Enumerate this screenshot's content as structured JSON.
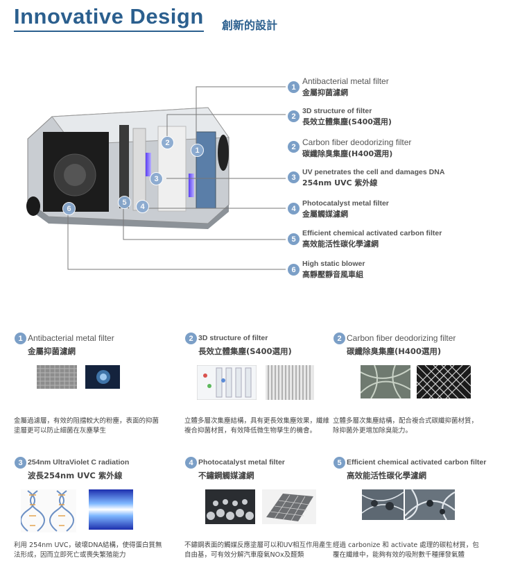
{
  "header": {
    "title": "Innovative Design",
    "subtitle": "創新的設計"
  },
  "diagram": {
    "labels_on_image": [
      "2",
      "1",
      "3",
      "5",
      "4",
      "6"
    ],
    "callouts": [
      {
        "num": "1",
        "en": "Antibacterial metal filter",
        "zh": "金屬抑菌濾網"
      },
      {
        "num": "2",
        "en": "3D structure of filter",
        "zh": "長效立體集塵(S400選用)"
      },
      {
        "num": "2",
        "en": "Carbon fiber deodorizing filter",
        "zh": "碳纖除臭集塵(H400選用)"
      },
      {
        "num": "3",
        "en": "UV penetrates the cell and damages DNA",
        "zh": "254nm UVC 紫外線"
      },
      {
        "num": "4",
        "en": "Photocatalyst metal filter",
        "zh": "金屬觸媒濾網"
      },
      {
        "num": "5",
        "en": "Efficient chemical activated carbon filter",
        "zh": "高效能活性碳化學濾網"
      },
      {
        "num": "6",
        "en": "High static blower",
        "zh": "高靜壓靜音風車組"
      }
    ]
  },
  "cards": [
    {
      "num": "1",
      "en": "Antibacterial metal filter",
      "zh": "金屬抑菌濾網",
      "desc": "金屬過濾層，有效的阻擋較大的粉塵，表面的抑菌塗層更可以防止細菌在灰塵孳生"
    },
    {
      "num": "2",
      "en": "3D structure of filter",
      "zh": "長效立體集塵(S400選用)",
      "desc": "立體多層次集塵結構，具有更長效集塵效果，纖維複合抑菌材質，有效降低微生物孳生的機會。"
    },
    {
      "num": "2",
      "en": "Carbon fiber deodorizing filter",
      "zh": "碳纖除臭集塵(H400選用)",
      "desc": "立體多層次集塵結構，配合複合式碳纖抑菌材質，除抑菌外更增加除臭能力。"
    },
    {
      "num": "3",
      "en": "254nm UltraViolet  C radiation",
      "zh": "波長254nm UVC 紫外線",
      "desc": "利用 254nm UVC，破壞DNA結構，使得蛋白質無法形成，因而立即死亡或喪失繁殖能力"
    },
    {
      "num": "4",
      "en": "Photocatalyst metal filter",
      "zh": "不鏽鋼觸媒濾網",
      "desc": "不鏽鋼表面的觸媒反應塗層可以和UV相互作用產生自由基，可有效分解汽車廢氣NOx及醛類"
    },
    {
      "num": "5",
      "en": "Efficient chemical activated carbon filter",
      "zh": "高效能活性碳化學濾網",
      "desc": "經過 carbonize 和 activate 處理的碳粒材質，包覆在纖維中，能夠有效的吸附數千種揮發氣體"
    }
  ]
}
